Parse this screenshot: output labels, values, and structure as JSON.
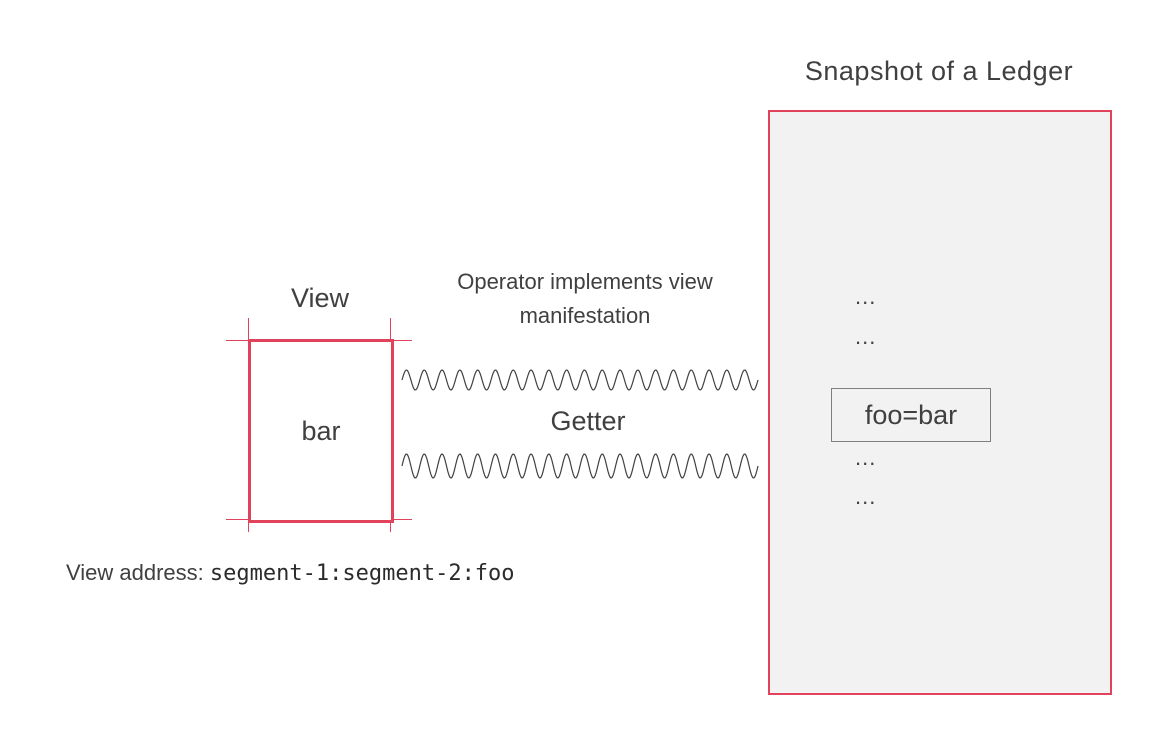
{
  "ledger": {
    "title": "Snapshot of a Ledger",
    "ellipsis_1": "...",
    "ellipsis_2": "...",
    "entry": "foo=bar",
    "ellipsis_3": "...",
    "ellipsis_4": "..."
  },
  "view": {
    "title": "View",
    "value": "bar",
    "address_label": "View address: ",
    "address_value": "segment-1:segment-2:foo"
  },
  "connection": {
    "operator_label": "Operator implements view manifestation",
    "getter_label": "Getter"
  },
  "colors": {
    "accent_red": "#e0435b",
    "ledger_fill": "#f2f2f2",
    "text": "#404040"
  }
}
